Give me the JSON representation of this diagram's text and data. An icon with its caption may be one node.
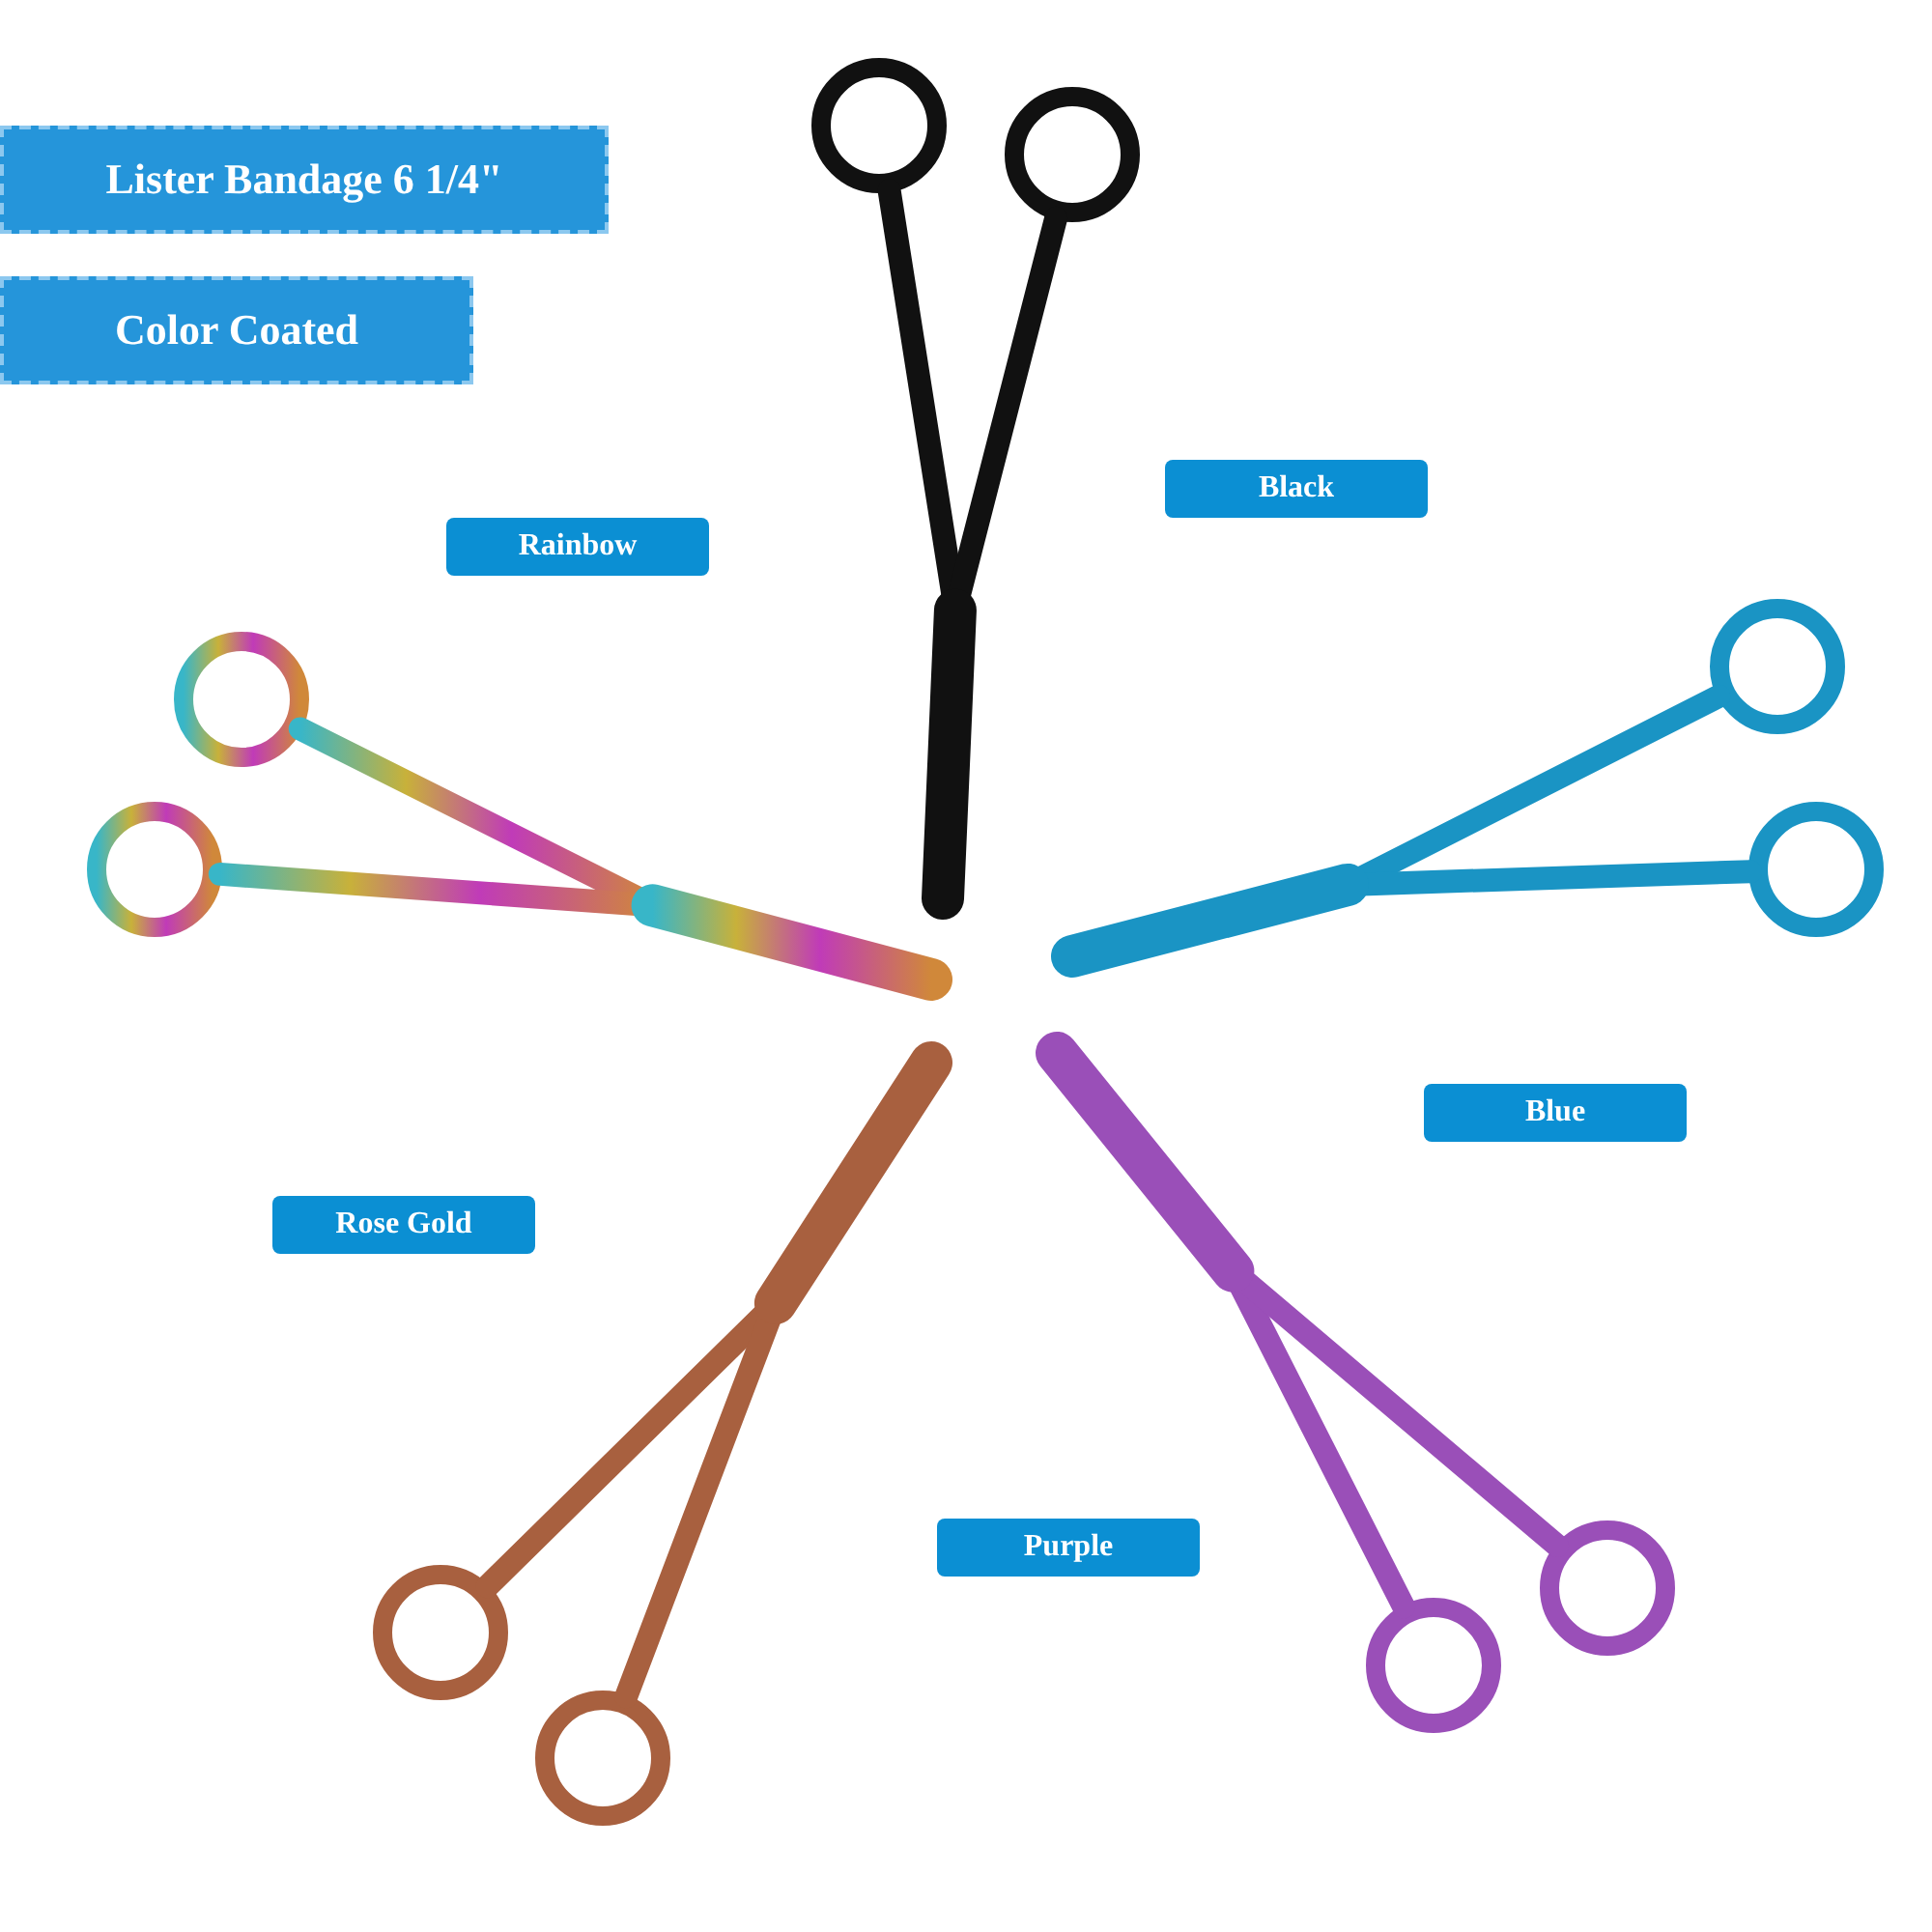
{
  "diagram": {
    "nodes": [
      {
        "text": [
          "Lister Bandage 6 1/4\""
        ]
      },
      {
        "text": [
          "Color Coated"
        ]
      },
      {
        "text": [
          "Black"
        ]
      },
      {
        "text": [
          "Rainbow"
        ]
      },
      {
        "text": [
          "Blue"
        ]
      },
      {
        "text": [
          "Rose Gold"
        ]
      },
      {
        "text": [
          "Purple"
        ]
      }
    ]
  }
}
